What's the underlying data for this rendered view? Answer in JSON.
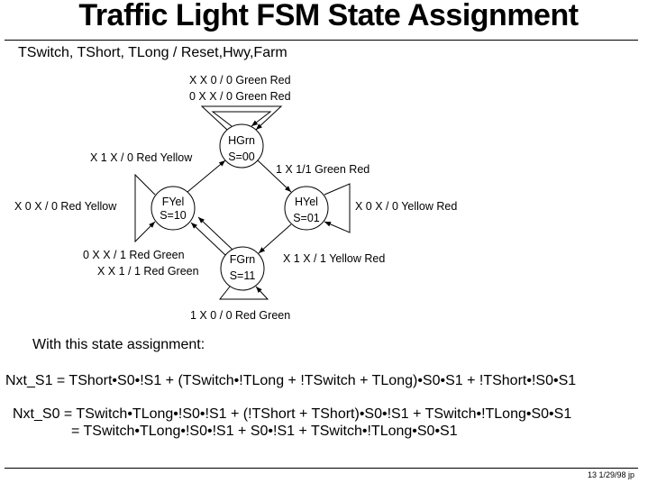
{
  "title": "Traffic Light FSM State Assignment",
  "subtitle": "TSwitch, TShort, TLong / Reset,Hwy,Farm",
  "diagram": {
    "states": [
      {
        "id": "hgrn",
        "name": "HGrn",
        "code": "S=00"
      },
      {
        "id": "hyel",
        "name": "HYel",
        "code": "S=01"
      },
      {
        "id": "fgrn",
        "name": "FGrn",
        "code": "S=11"
      },
      {
        "id": "fyel",
        "name": "FYel",
        "code": "S=10"
      }
    ],
    "transitions": {
      "hgrn_self_1": "X X 0 / 0 Green Red",
      "hgrn_self_2": "0 X X / 0 Green Red",
      "fyel_to_hgrn": "X 1 X / 0 Red Yellow",
      "hgrn_to_hyel": "1 X 1/1 Green Red",
      "fyel_self": "X 0 X / 0 Red Yellow",
      "hyel_self": "X 0 X / 0 Yellow Red",
      "fgrn_to_fyel_1": "0 X X / 1 Red Green",
      "fgrn_to_fyel_2": "X X 1 / 1 Red Green",
      "hyel_to_fgrn": "X 1 X / 1 Yellow Red",
      "fgrn_self": "1 X 0 / 0 Red Green"
    }
  },
  "intro": "With this state assignment:",
  "equations": {
    "nxt_s1": "Nxt_S1 = TShort•S0•!S1 + (TSwitch•!TLong + !TSwitch + TLong)•S0•S1 + !TShort•!S0•S1",
    "nxt_s0_line1": "Nxt_S0 = TSwitch•TLong•!S0•!S1 + (!TShort + TShort)•S0•!S1 + TSwitch•!TLong•S0•S1",
    "nxt_s0_line2": "= TSwitch•TLong•!S0•!S1 + S0•!S1 + TSwitch•!TLong•S0•S1"
  },
  "footer": "13  1/29/98  jp"
}
